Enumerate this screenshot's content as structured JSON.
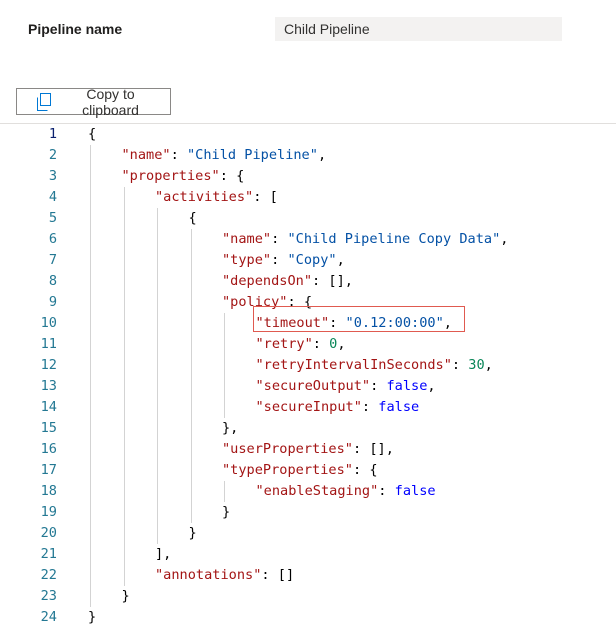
{
  "form": {
    "pipeline_name_label": "Pipeline name",
    "pipeline_name_value": "Child Pipeline"
  },
  "toolbar": {
    "copy_label": "Copy to clipboard",
    "copy_icon": "copy-icon"
  },
  "editor": {
    "active_line": 1,
    "highlighted_line": 10,
    "colors": {
      "key": "#a31515",
      "string": "#0451a5",
      "keyword": "#0000ff",
      "number": "#098658",
      "line_number": "#237893",
      "highlight_border": "#e05a50"
    },
    "lines": [
      {
        "n": "1",
        "indent": 0,
        "tokens": [
          {
            "t": "{",
            "c": "p"
          }
        ]
      },
      {
        "n": "2",
        "indent": 1,
        "tokens": [
          {
            "t": "\"name\"",
            "c": "k"
          },
          {
            "t": ": ",
            "c": "p"
          },
          {
            "t": "\"Child Pipeline\"",
            "c": "s"
          },
          {
            "t": ",",
            "c": "p"
          }
        ]
      },
      {
        "n": "3",
        "indent": 1,
        "tokens": [
          {
            "t": "\"properties\"",
            "c": "k"
          },
          {
            "t": ": {",
            "c": "p"
          }
        ]
      },
      {
        "n": "4",
        "indent": 2,
        "tokens": [
          {
            "t": "\"activities\"",
            "c": "k"
          },
          {
            "t": ": [",
            "c": "p"
          }
        ]
      },
      {
        "n": "5",
        "indent": 3,
        "tokens": [
          {
            "t": "{",
            "c": "p"
          }
        ]
      },
      {
        "n": "6",
        "indent": 4,
        "tokens": [
          {
            "t": "\"name\"",
            "c": "k"
          },
          {
            "t": ": ",
            "c": "p"
          },
          {
            "t": "\"Child Pipeline Copy Data\"",
            "c": "s"
          },
          {
            "t": ",",
            "c": "p"
          }
        ]
      },
      {
        "n": "7",
        "indent": 4,
        "tokens": [
          {
            "t": "\"type\"",
            "c": "k"
          },
          {
            "t": ": ",
            "c": "p"
          },
          {
            "t": "\"Copy\"",
            "c": "s"
          },
          {
            "t": ",",
            "c": "p"
          }
        ]
      },
      {
        "n": "8",
        "indent": 4,
        "tokens": [
          {
            "t": "\"dependsOn\"",
            "c": "k"
          },
          {
            "t": ": [],",
            "c": "p"
          }
        ]
      },
      {
        "n": "9",
        "indent": 4,
        "tokens": [
          {
            "t": "\"policy\"",
            "c": "k"
          },
          {
            "t": ": {",
            "c": "p"
          }
        ]
      },
      {
        "n": "10",
        "indent": 5,
        "tokens": [
          {
            "t": "\"timeout\"",
            "c": "k"
          },
          {
            "t": ": ",
            "c": "p"
          },
          {
            "t": "\"0.12:00:00\"",
            "c": "s"
          },
          {
            "t": ",",
            "c": "p"
          }
        ]
      },
      {
        "n": "11",
        "indent": 5,
        "tokens": [
          {
            "t": "\"retry\"",
            "c": "k"
          },
          {
            "t": ": ",
            "c": "p"
          },
          {
            "t": "0",
            "c": "n"
          },
          {
            "t": ",",
            "c": "p"
          }
        ]
      },
      {
        "n": "12",
        "indent": 5,
        "tokens": [
          {
            "t": "\"retryIntervalInSeconds\"",
            "c": "k"
          },
          {
            "t": ": ",
            "c": "p"
          },
          {
            "t": "30",
            "c": "n"
          },
          {
            "t": ",",
            "c": "p"
          }
        ]
      },
      {
        "n": "13",
        "indent": 5,
        "tokens": [
          {
            "t": "\"secureOutput\"",
            "c": "k"
          },
          {
            "t": ": ",
            "c": "p"
          },
          {
            "t": "false",
            "c": "b"
          },
          {
            "t": ",",
            "c": "p"
          }
        ]
      },
      {
        "n": "14",
        "indent": 5,
        "tokens": [
          {
            "t": "\"secureInput\"",
            "c": "k"
          },
          {
            "t": ": ",
            "c": "p"
          },
          {
            "t": "false",
            "c": "b"
          }
        ]
      },
      {
        "n": "15",
        "indent": 4,
        "tokens": [
          {
            "t": "},",
            "c": "p"
          }
        ]
      },
      {
        "n": "16",
        "indent": 4,
        "tokens": [
          {
            "t": "\"userProperties\"",
            "c": "k"
          },
          {
            "t": ": [],",
            "c": "p"
          }
        ]
      },
      {
        "n": "17",
        "indent": 4,
        "tokens": [
          {
            "t": "\"typeProperties\"",
            "c": "k"
          },
          {
            "t": ": {",
            "c": "p"
          }
        ]
      },
      {
        "n": "18",
        "indent": 5,
        "tokens": [
          {
            "t": "\"enableStaging\"",
            "c": "k"
          },
          {
            "t": ": ",
            "c": "p"
          },
          {
            "t": "false",
            "c": "b"
          }
        ]
      },
      {
        "n": "19",
        "indent": 4,
        "tokens": [
          {
            "t": "}",
            "c": "p"
          }
        ]
      },
      {
        "n": "20",
        "indent": 3,
        "tokens": [
          {
            "t": "}",
            "c": "p"
          }
        ]
      },
      {
        "n": "21",
        "indent": 2,
        "tokens": [
          {
            "t": "],",
            "c": "p"
          }
        ]
      },
      {
        "n": "22",
        "indent": 2,
        "tokens": [
          {
            "t": "\"annotations\"",
            "c": "k"
          },
          {
            "t": ": []",
            "c": "p"
          }
        ]
      },
      {
        "n": "23",
        "indent": 1,
        "tokens": [
          {
            "t": "}",
            "c": "p"
          }
        ]
      },
      {
        "n": "24",
        "indent": 0,
        "tokens": [
          {
            "t": "}",
            "c": "p"
          }
        ]
      }
    ]
  }
}
